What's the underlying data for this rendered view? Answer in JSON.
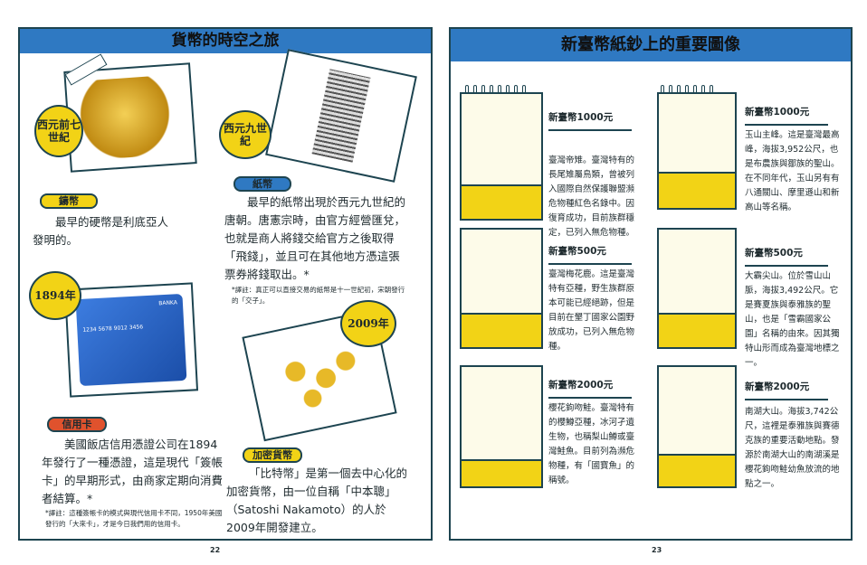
{
  "left_page": {
    "title": "貨幣的時空之旅",
    "page_number": "22",
    "sections": [
      {
        "tag": "鑄幣",
        "tag_color": "#f2d316",
        "badge": "西元前七世紀",
        "text": "最早的硬幣是利底亞人發明的。"
      },
      {
        "tag": "紙幣",
        "tag_color": "#2f79c2",
        "badge": "西元九世紀",
        "text": "最早的紙幣出現於西元九世紀的唐朝。唐憲宗時，由官方經營匯兌，也就是商人將錢交給官方之後取得「飛錢」，並且可在其他地方憑這張票券將錢取出。*",
        "note": "*譯註：真正可以直接交易的紙幣是十一世紀初，宋朝發行的「交子」。"
      },
      {
        "tag": "信用卡",
        "tag_color": "#e0522d",
        "badge": "1894年",
        "text": "美國飯店信用憑證公司在1894年發行了一種憑證，這是現代「簽帳卡」的早期形式，由商家定期向消費者結算。*",
        "note": "*譯註：這種簽帳卡的模式與現代信用卡不同，1950年美國發行的「大來卡」，才是今日我們用的信用卡。",
        "card_brand": "BANKA",
        "card_number": "1234 5678 9012 3456"
      },
      {
        "tag": "加密貨幣",
        "tag_color": "#f2d316",
        "badge": "2009年",
        "text": "「比特幣」是第一個去中心化的加密貨幣，由一位自稱「中本聰」（Satoshi Nakamoto）的人於2009年開發建立。"
      }
    ]
  },
  "right_page": {
    "title": "新臺幣紙鈔上的重要圖像",
    "page_number": "23",
    "left_column": [
      {
        "heading": "新臺幣1000元",
        "text": "臺灣帝雉。臺灣特有的長尾雉屬鳥類，曾被列入國際自然保護聯盟瀕危物種紅色名錄中。因復育成功，目前族群穩定，已列入無危物種。"
      },
      {
        "heading": "新臺幣500元",
        "text": "臺灣梅花鹿。這是臺灣特有亞種，野生族群原本可能已經絕跡，但是目前在墾丁國家公園野放成功，已列入無危物種。"
      },
      {
        "heading": "新臺幣2000元",
        "text": "櫻花鉤吻鮭。臺灣特有的櫻鱒亞種，冰河孑遺生物，也稱梨山鱒或臺灣鮭魚。目前列為瀕危物種，有「國寶魚」的稱號。"
      }
    ],
    "right_column": [
      {
        "heading": "新臺幣1000元",
        "text": "玉山主峰。這是臺灣最高峰，海拔3,952公尺，也是布農族與鄒族的聖山。在不同年代，玉山另有有八通關山、摩里遜山和新高山等名稱。"
      },
      {
        "heading": "新臺幣500元",
        "text": "大霸尖山。位於雪山山脈，海拔3,492公尺。它是賽夏族與泰雅族的聖山，也是「雪霸國家公園」名稱的由來。因其獨特山形而成為臺灣地標之一。"
      },
      {
        "heading": "新臺幣2000元",
        "text": "南湖大山。海拔3,742公尺，這裡是泰雅族與賽德克族的重要活動地點。發源於南湖大山的南湖溪是櫻花鉤吻鮭幼魚放流的地點之一。"
      }
    ]
  },
  "colors": {
    "border": "#1d4450",
    "header": "#2f79c2",
    "yellow": "#f2d316",
    "red": "#e0522d"
  }
}
